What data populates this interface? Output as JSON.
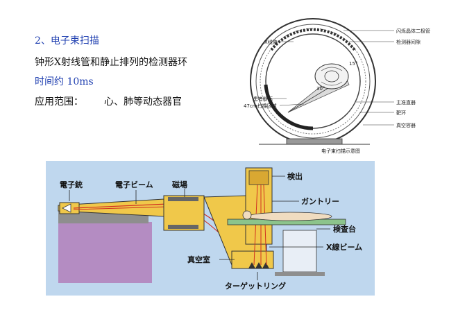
{
  "slide": {
    "title": "2、电子束扫描",
    "line2": "钟形X射线管和静止排列的检测器环",
    "time": "时间约 10ms",
    "apps_label": "应用范围：",
    "apps_value": "心、肺等动态器官"
  },
  "figure_top": {
    "caption": "电子束扫描示意图",
    "labels": {
      "detector": "闪烁晶体二极管",
      "detector_gap": "检测器间隙",
      "xray": "X线束",
      "angle15": "15°",
      "angle30": "30°",
      "patient": "患者断面",
      "scan_zone": "47cm扫描区域",
      "collimator": "主准直器",
      "target_ring": "靶环",
      "vacuum": "真空容器"
    }
  },
  "figure_bottom": {
    "labels": {
      "electron_gun": "電子銃",
      "electron_beam": "電子ビーム",
      "magnetic_field": "磁場",
      "detector": "検出",
      "gantry": "ガントリー",
      "table": "検査台",
      "xray_beam": "X線ビーム",
      "vacuum_chamber": "真空室",
      "target_ring": "ターゲットリング"
    }
  }
}
